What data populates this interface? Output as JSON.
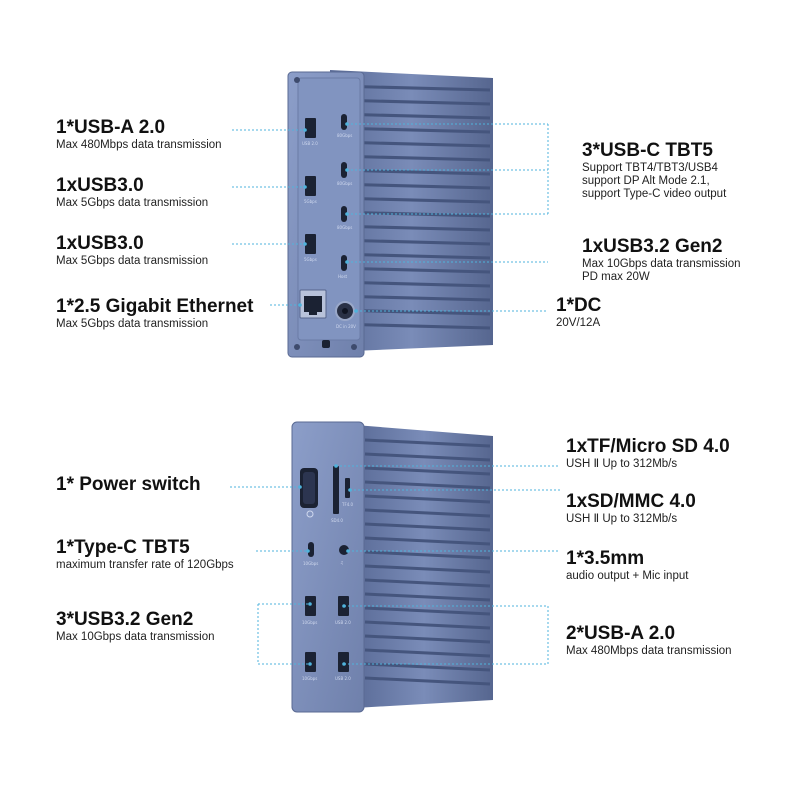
{
  "colors": {
    "leader": "#4fb3dc",
    "body": "#6e7fa8",
    "fin": "#5a6b94",
    "face": "#7d90bd",
    "port": "#1b2233"
  },
  "top_unit": {
    "labels": [
      {
        "id": "usb-a-2",
        "title": "1*USB-A 2.0",
        "lines": [
          "Max 480Mbps data transmission"
        ]
      },
      {
        "id": "usb3-1",
        "title": "1xUSB3.0",
        "lines": [
          "Max 5Gbps data transmission"
        ]
      },
      {
        "id": "usb3-2",
        "title": "1xUSB3.0",
        "lines": [
          "Max 5Gbps data transmission"
        ]
      },
      {
        "id": "ethernet",
        "title": "1*2.5 Gigabit Ethernet",
        "lines": [
          "Max 5Gbps data transmission"
        ]
      },
      {
        "id": "usbc-tbt5",
        "title": "3*USB-C TBT5",
        "lines": [
          "Support TBT4/TBT3/USB4",
          "support DP Alt Mode 2.1,",
          "support Type-C video output"
        ]
      },
      {
        "id": "usb32",
        "title": "1xUSB3.2 Gen2",
        "lines": [
          "Max 10Gbps data transmission",
          "PD max 20W"
        ]
      },
      {
        "id": "dc",
        "title": "1*DC",
        "lines": [
          "20V/12A"
        ]
      }
    ],
    "port_text": {
      "usb2": "USB 2.0",
      "g5a": "5Gbps",
      "g5b": "5Gbps",
      "c1": "80Gbps",
      "c2": "80Gbps",
      "c3": "80Gbps",
      "host": "Host",
      "dc": "DC in 20V"
    }
  },
  "bottom_unit": {
    "labels": [
      {
        "id": "power",
        "title": "1* Power switch",
        "lines": []
      },
      {
        "id": "typec",
        "title": "1*Type-C TBT5",
        "lines": [
          "maximum transfer rate of 120Gbps"
        ]
      },
      {
        "id": "usb32-3",
        "title": "3*USB3.2 Gen2",
        "lines": [
          "Max 10Gbps data transmission"
        ]
      },
      {
        "id": "tf",
        "title": "1xTF/Micro SD 4.0",
        "lines": [
          "USH Ⅱ Up to 312Mb/s"
        ]
      },
      {
        "id": "sd",
        "title": "1xSD/MMC 4.0",
        "lines": [
          "USH Ⅱ Up to 312Mb/s"
        ]
      },
      {
        "id": "audio",
        "title": "1*3.5mm",
        "lines": [
          "audio output + Mic input"
        ]
      },
      {
        "id": "usb-a-2b",
        "title": "2*USB-A 2.0",
        "lines": [
          "Max 480Mbps data transmission"
        ]
      }
    ],
    "port_text": {
      "c": "10Gbps",
      "a1": "10Gbps",
      "a2": "10Gbps",
      "b1": "USB 2.0",
      "b2": "USB 2.0",
      "sd": "SD4.0",
      "tf": "TF4.0"
    }
  }
}
